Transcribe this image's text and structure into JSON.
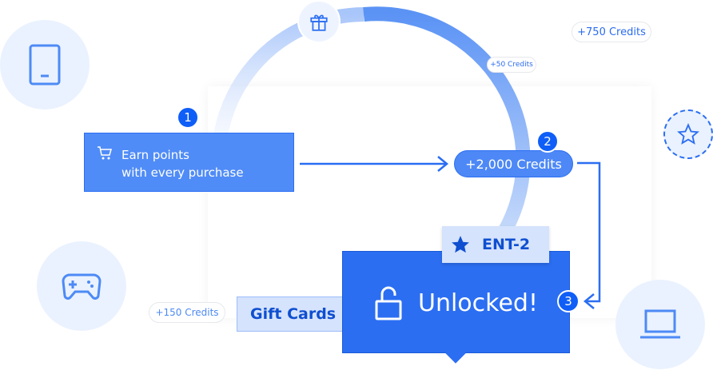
{
  "earn_box": {
    "line1": "Earn points",
    "line2": "with every purchase",
    "icon": "cart-icon"
  },
  "steps": [
    "1",
    "2",
    "3"
  ],
  "credits_main": "+2,000 Credits",
  "floating_credits": [
    "+750 Credits",
    "+50 Credits",
    "+150 Credits"
  ],
  "tag": "ENT-2",
  "unlocked": "Unlocked!",
  "gift_cards": "Gift Cards",
  "colors": {
    "primary": "#2b6ef2",
    "dark": "#0f5ef7",
    "light": "#eaf2ff"
  }
}
